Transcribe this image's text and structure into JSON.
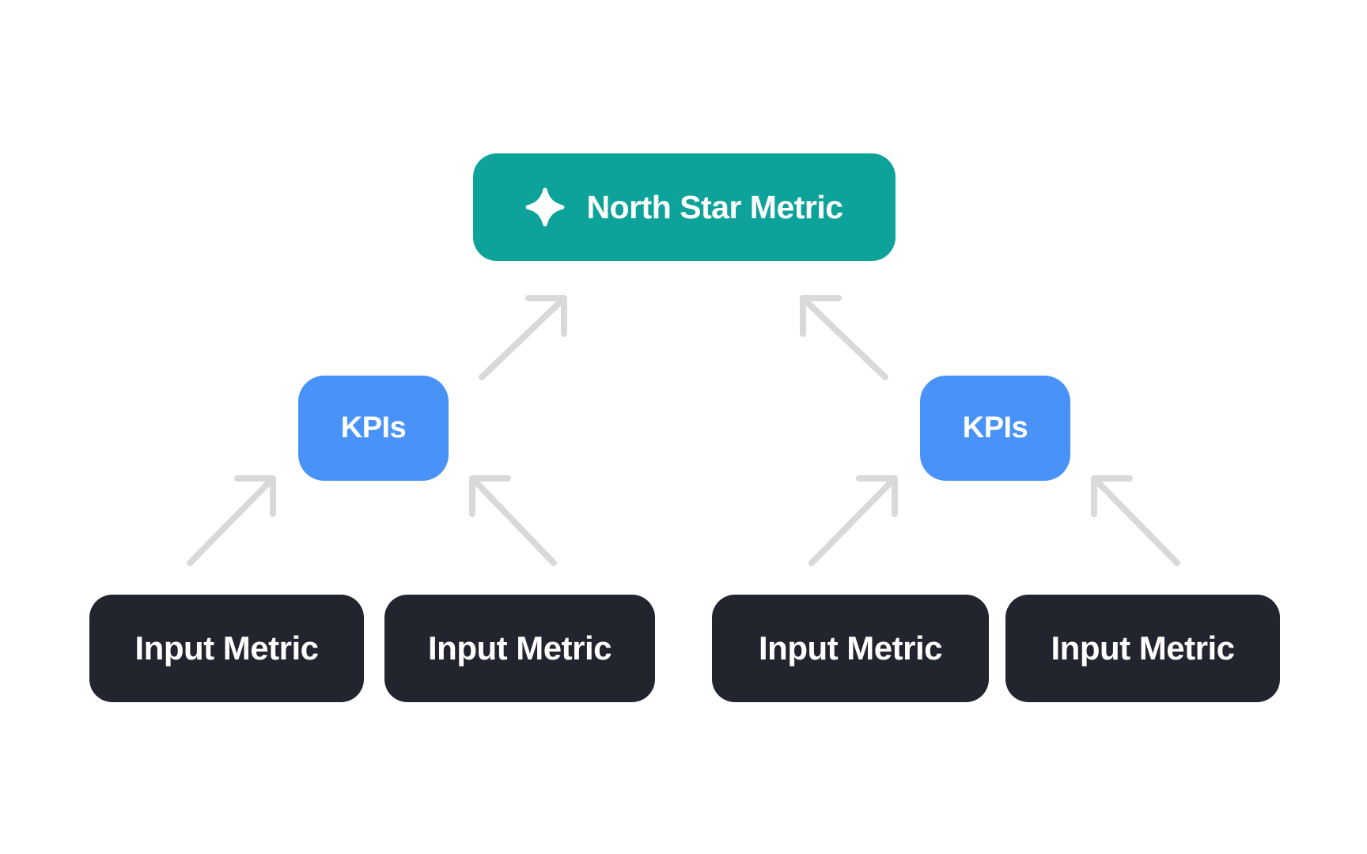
{
  "diagram": {
    "title_hint": "Metrics hierarchy diagram",
    "north_star": {
      "label": "North Star Metric",
      "icon": "sparkle-icon"
    },
    "kpis": [
      {
        "label": "KPIs"
      },
      {
        "label": "KPIs"
      }
    ],
    "input_metrics": [
      {
        "label": "Input Metric"
      },
      {
        "label": "Input Metric"
      },
      {
        "label": "Input Metric"
      },
      {
        "label": "Input Metric"
      }
    ],
    "connections": [
      {
        "from": "kpi-left",
        "to": "north-star"
      },
      {
        "from": "kpi-right",
        "to": "north-star"
      },
      {
        "from": "input-metric-1",
        "to": "kpi-left"
      },
      {
        "from": "input-metric-2",
        "to": "kpi-left"
      },
      {
        "from": "input-metric-3",
        "to": "kpi-right"
      },
      {
        "from": "input-metric-4",
        "to": "kpi-right"
      }
    ]
  },
  "colors": {
    "background": "#FFFFFF",
    "north_star_bg": "#0DA39B",
    "kpi_bg": "#4993F8",
    "input_bg": "#22252D",
    "arrow": "#D9D9D9",
    "text": "#FFFFFF"
  }
}
